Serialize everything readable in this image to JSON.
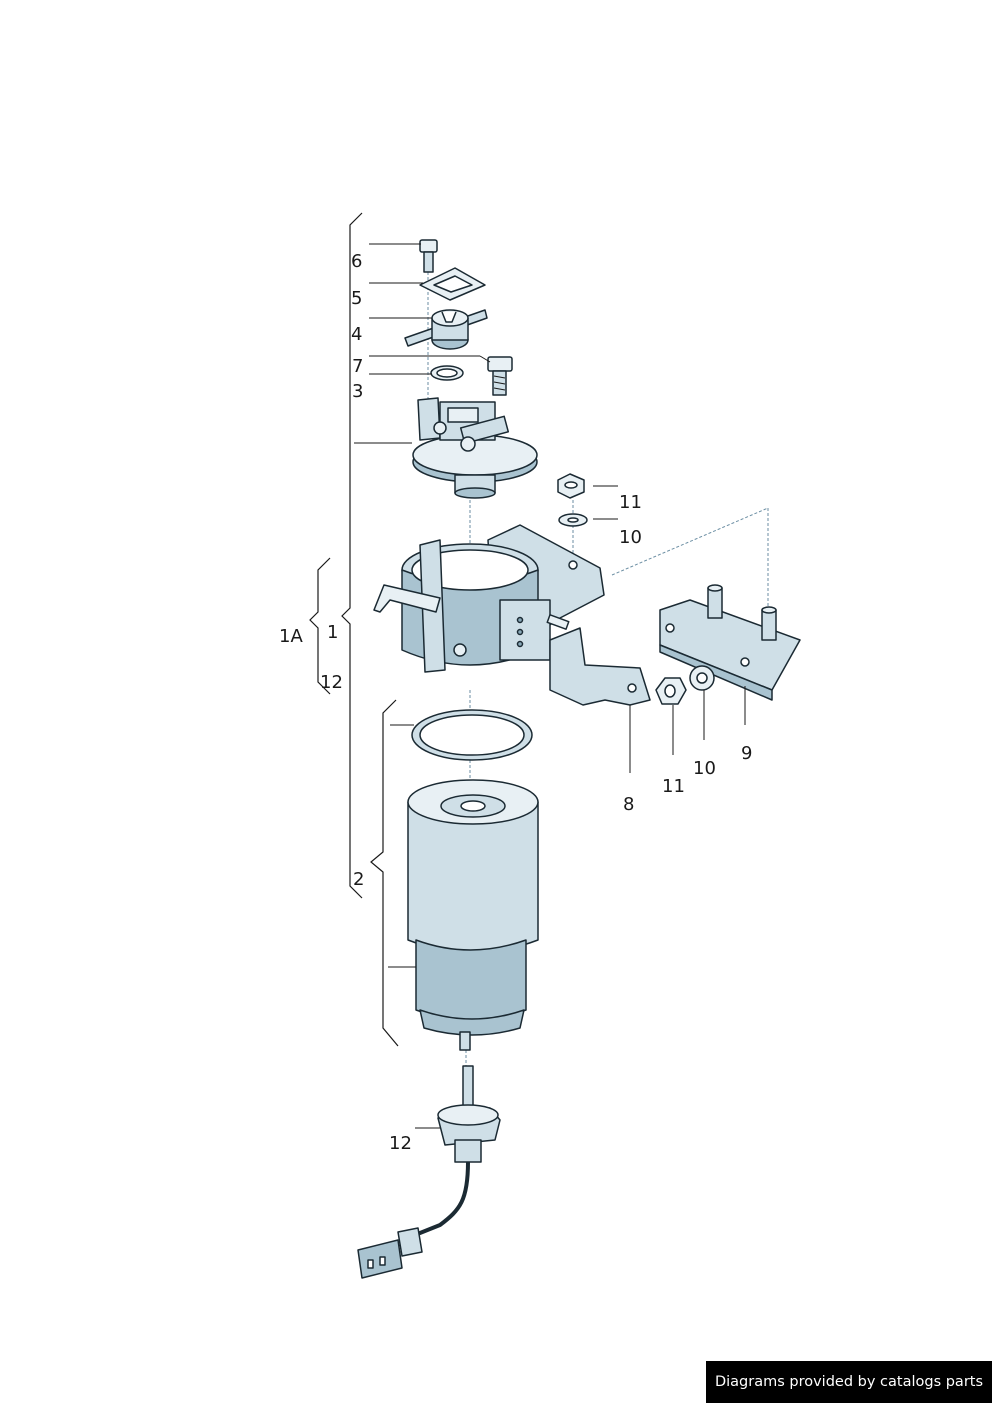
{
  "callouts": {
    "c6": "6",
    "c5": "5",
    "c4": "4",
    "c7": "7",
    "c3": "3",
    "c11a": "11",
    "c10a": "10",
    "c1A": "1A",
    "c1": "1",
    "c12a": "12",
    "c2": "2",
    "c8": "8",
    "c11b": "11",
    "c10b": "10",
    "c9": "9",
    "c12b": "12"
  },
  "credit": "Diagrams provided by catalogs parts",
  "colors": {
    "part_fill": "#cfdfe7",
    "part_shade": "#a9c3d0",
    "outline": "#1b2a33",
    "leader": "#1a1a1a",
    "credit_bg": "#000000"
  }
}
